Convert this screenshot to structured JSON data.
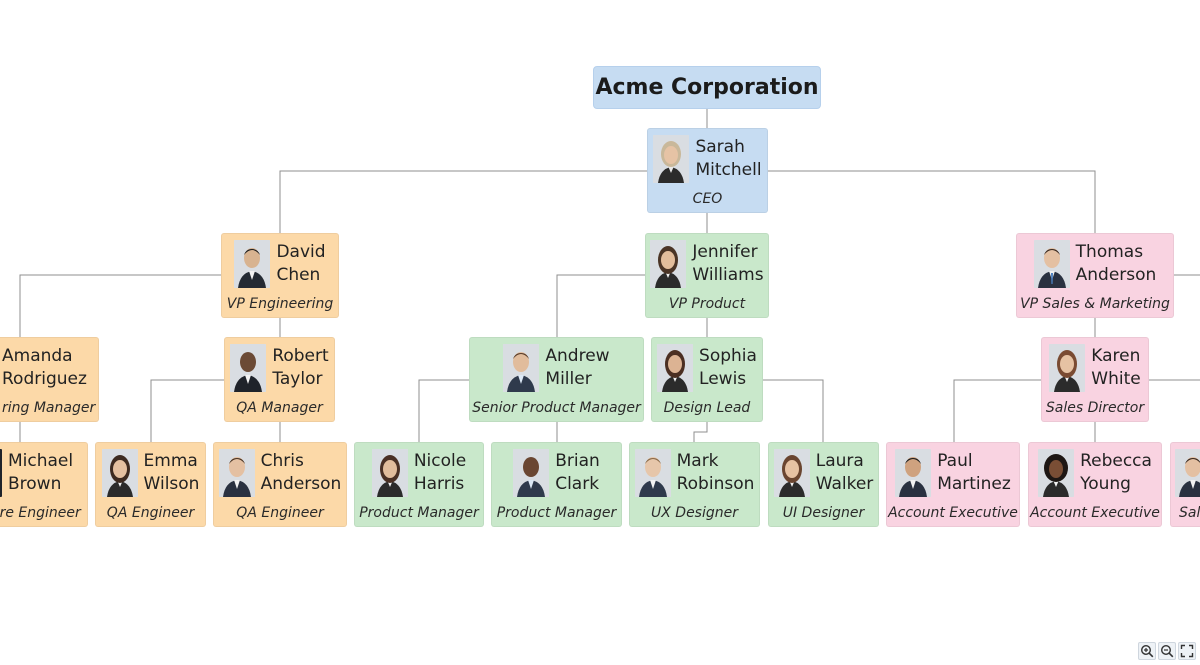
{
  "root": {
    "label": "Acme Corporation"
  },
  "people": {
    "ceo": {
      "first": "Sarah",
      "last": "Mitchell",
      "title": "CEO",
      "avatar": "portrait-woman-gray-hair"
    },
    "vp_eng": {
      "first": "David",
      "last": "Chen",
      "title": "VP Engineering",
      "avatar": "portrait-man"
    },
    "vp_product": {
      "first": "Jennifer",
      "last": "Williams",
      "title": "VP Product",
      "avatar": "portrait-woman"
    },
    "vp_sales": {
      "first": "Thomas",
      "last": "Anderson",
      "title": "VP Sales & Marketing",
      "avatar": "portrait-man"
    },
    "eng_mgr": {
      "first": "Amanda",
      "last": "Rodriguez",
      "title": "ring Manager"
    },
    "qa_mgr": {
      "first": "Robert",
      "last": "Taylor",
      "title": "QA Manager",
      "avatar": "portrait-man"
    },
    "sr_pm": {
      "first": "Andrew",
      "last": "Miller",
      "title": "Senior Product Manager",
      "avatar": "portrait-man"
    },
    "design_lead": {
      "first": "Sophia",
      "last": "Lewis",
      "title": "Design Lead",
      "avatar": "portrait-woman"
    },
    "sales_dir": {
      "first": "Karen",
      "last": "White",
      "title": "Sales Director",
      "avatar": "portrait-woman"
    },
    "sw_eng": {
      "first": "Michael",
      "last": "Brown",
      "title": "are Engineer"
    },
    "qa1": {
      "first": "Emma",
      "last": "Wilson",
      "title": "QA Engineer",
      "avatar": "portrait-woman"
    },
    "qa2": {
      "first": "Chris",
      "last": "Anderson",
      "title": "QA Engineer",
      "avatar": "portrait-man"
    },
    "pm1": {
      "first": "Nicole",
      "last": "Harris",
      "title": "Product Manager",
      "avatar": "portrait-woman"
    },
    "pm2": {
      "first": "Brian",
      "last": "Clark",
      "title": "Product Manager",
      "avatar": "portrait-man"
    },
    "ux": {
      "first": "Mark",
      "last": "Robinson",
      "title": "UX Designer",
      "avatar": "portrait-man"
    },
    "ui": {
      "first": "Laura",
      "last": "Walker",
      "title": "UI Designer",
      "avatar": "portrait-woman"
    },
    "ae1": {
      "first": "Paul",
      "last": "Martinez",
      "title": "Account Executive",
      "avatar": "portrait-man"
    },
    "ae2": {
      "first": "Rebecca",
      "last": "Young",
      "title": "Account Executive",
      "avatar": "portrait-woman"
    },
    "sales_rep": {
      "first": "",
      "last": "",
      "title": "Sal",
      "avatar": "portrait-man"
    }
  },
  "colors": {
    "executive": "#c6dcf2",
    "engineering": "#fcd9a8",
    "product": "#c9e8cb",
    "sales": "#f9d3e1",
    "connector": "#8f8f8f"
  },
  "toolbar": {
    "zoom_in": {
      "icon": "zoom-in-icon"
    },
    "zoom_out": {
      "icon": "zoom-out-icon"
    },
    "fit": {
      "icon": "fit-screen-icon"
    }
  }
}
